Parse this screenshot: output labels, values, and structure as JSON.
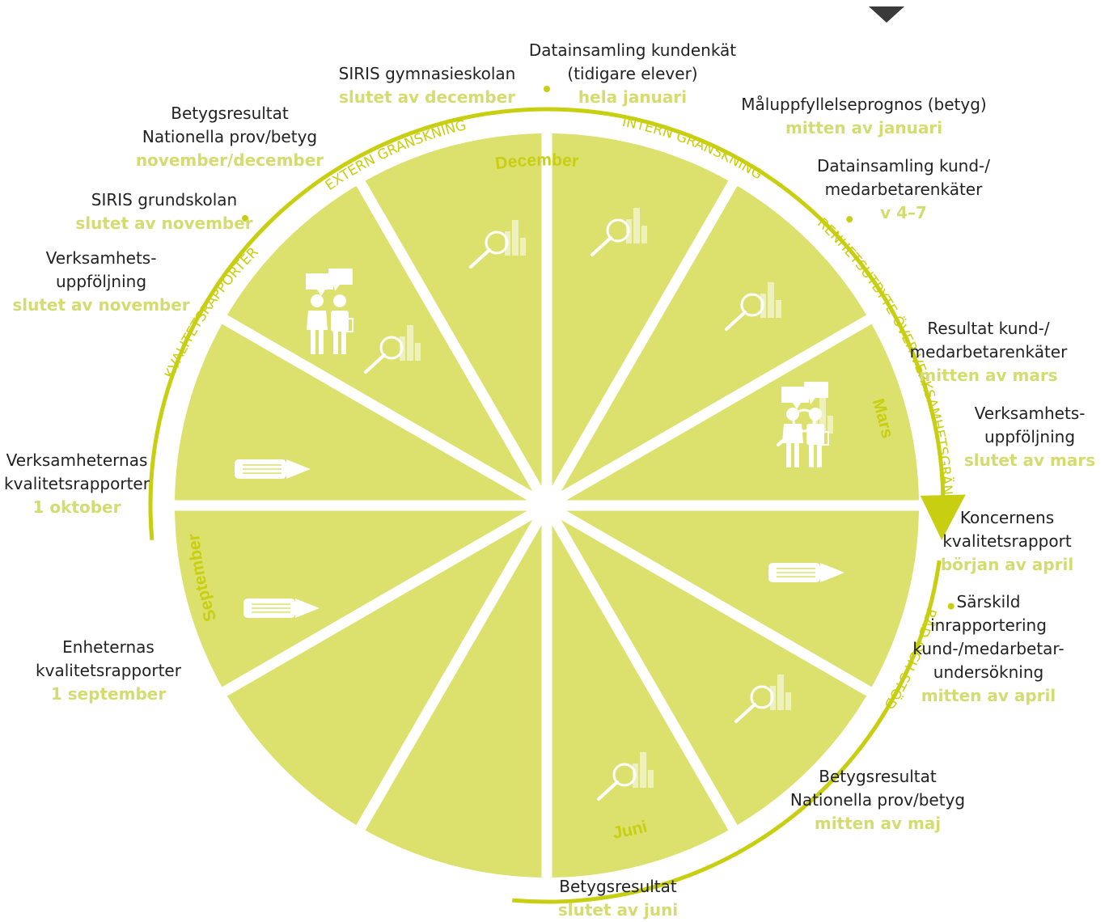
{
  "colors": {
    "sector": "#dce06c",
    "ring": "#c7cf10",
    "date": "#d4dc70",
    "text": "#222222"
  },
  "months": {
    "december": "December",
    "mars": "Mars",
    "juni": "Juni",
    "september": "September"
  },
  "arcs": {
    "extern": "EXTERN GRANSKNING",
    "intern": "INTERN GRANSKNING",
    "erfarenhet": "ERFARENHETSUTBYTE ÖVER VERKSAMHETSGRÄNSERNA",
    "rad": "RÅD OCH STÖD",
    "kvalitet": "KVALITETSRAPPORTER"
  },
  "sector_icons": [
    "search-chart-icon",
    "search-chart-icon",
    "search-chart-icon",
    "meeting-icon",
    "pencil-icon",
    "search-chart-icon",
    "search-chart-icon",
    "none",
    "none",
    "pencil-icon",
    "pencil-icon",
    "meeting-search-icon"
  ],
  "labels": [
    {
      "id": "datainsamling-kundenkat",
      "lines": [
        "Datainsamling kundenkät",
        "(tidigare elever)"
      ],
      "date": "hela januari"
    },
    {
      "id": "siris-gymnasieskolan",
      "lines": [
        "SIRIS gymnasieskolan"
      ],
      "date": "slutet av december"
    },
    {
      "id": "maluppfyllelseprognos",
      "lines": [
        "Måluppfyllelseprognos (betyg)"
      ],
      "date": "mitten av januari"
    },
    {
      "id": "betygsresultat-nov-dec",
      "lines": [
        "Betygsresultat",
        "Nationella prov/betyg"
      ],
      "date": "november/december"
    },
    {
      "id": "datainsamling-kund-medarbetar",
      "lines": [
        "Datainsamling kund-/",
        "medarbetarenkäter"
      ],
      "date": "v 4–7"
    },
    {
      "id": "siris-grundskolan",
      "lines": [
        "SIRIS grundskolan"
      ],
      "date": "slutet av november"
    },
    {
      "id": "verksamhetsuppfoljning-nov",
      "lines": [
        "Verksamhets-",
        "uppföljning"
      ],
      "date": "slutet av november"
    },
    {
      "id": "resultat-kund-medarbetar",
      "lines": [
        "Resultat kund-/",
        "medarbetarenkäter"
      ],
      "date": "mitten av mars"
    },
    {
      "id": "verksamhetsuppfoljning-mars",
      "lines": [
        "Verksamhets-",
        "uppföljning"
      ],
      "date": "slutet av mars"
    },
    {
      "id": "verksamheternas-kvalitetsrapporter",
      "lines": [
        "Verksamheternas",
        "kvalitetsrapporter"
      ],
      "date": "1 oktober"
    },
    {
      "id": "koncernens-kvalitetsrapport",
      "lines": [
        "Koncernens",
        "kvalitetsrapport"
      ],
      "date": "början av april"
    },
    {
      "id": "sarskild-inrapportering",
      "lines": [
        "Särskild",
        "inrapportering",
        "kund-/medarbetar-",
        "undersökning"
      ],
      "date": "mitten av april"
    },
    {
      "id": "enheternas-kvalitetsrapporter",
      "lines": [
        "Enheternas",
        "kvalitetsrapporter"
      ],
      "date": "1 september"
    },
    {
      "id": "betygsresultat-maj",
      "lines": [
        "Betygsresultat",
        "Nationella prov/betyg"
      ],
      "date": "mitten av maj"
    },
    {
      "id": "betygsresultat-juni",
      "lines": [
        "Betygsresultat"
      ],
      "date": "slutet av juni"
    }
  ]
}
